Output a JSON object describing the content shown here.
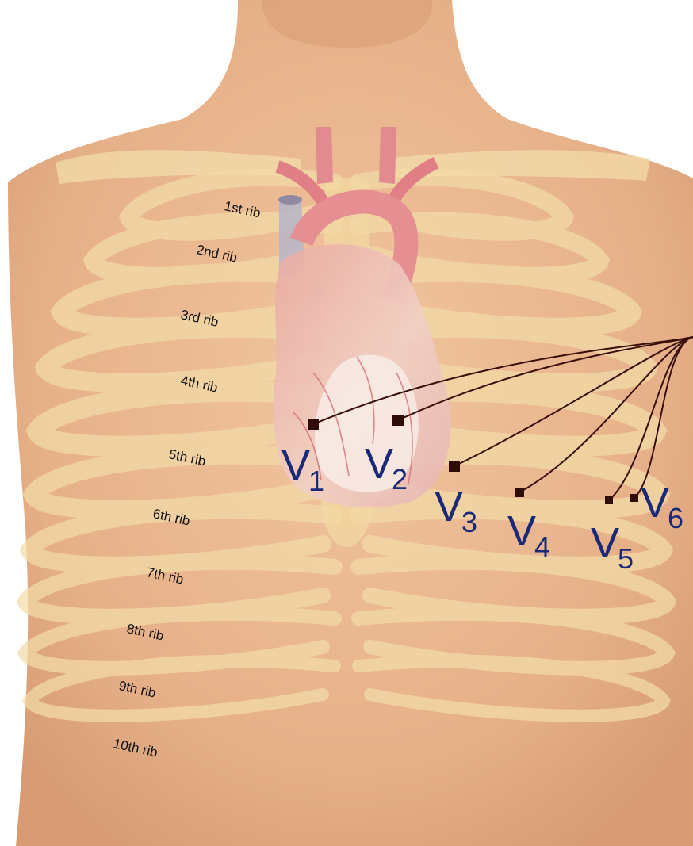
{
  "rib_labels": [
    "1st rib",
    "2nd rib",
    "3rd rib",
    "4th rib",
    "5th rib",
    "6th rib",
    "7th rib",
    "8th rib",
    "9th rib",
    "10th rib"
  ],
  "leads": [
    {
      "letter": "V",
      "number": "1"
    },
    {
      "letter": "V",
      "number": "2"
    },
    {
      "letter": "V",
      "number": "3"
    },
    {
      "letter": "V",
      "number": "4"
    },
    {
      "letter": "V",
      "number": "5"
    },
    {
      "letter": "V",
      "number": "6"
    }
  ],
  "colors": {
    "skin": "#e9b890",
    "bone": "#f2dca6",
    "heart": "#e39a92",
    "lead_label": "#1b2a78",
    "wire": "#3a0f0a"
  }
}
